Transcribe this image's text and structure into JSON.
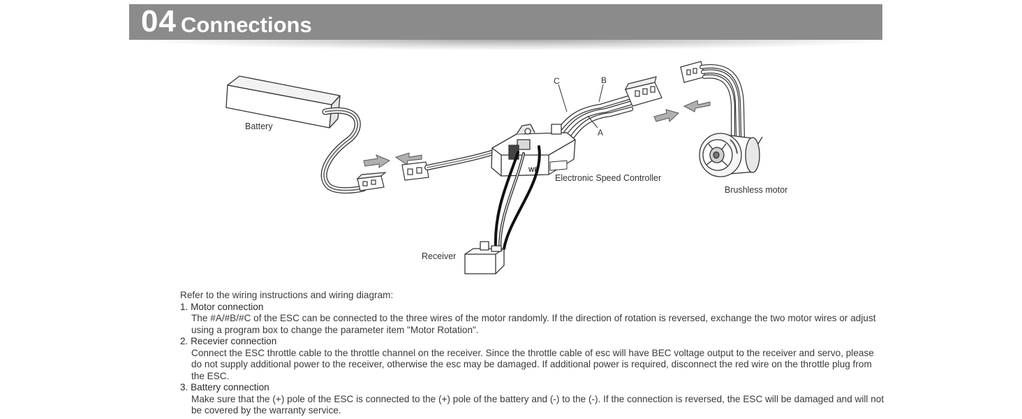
{
  "header": {
    "number": "04",
    "title": "Connections"
  },
  "diagram": {
    "labels": {
      "battery": "Battery",
      "esc": "Electronic Speed Controller",
      "motor": "Brushless motor",
      "receiver": "Receiver",
      "wire_a": "A",
      "wire_b": "B",
      "wire_c": "C"
    },
    "esc_print": "WP"
  },
  "instructions": {
    "intro": "Refer to the wiring instructions and wiring diagram:",
    "items": [
      {
        "heading": "1. Motor connection",
        "body": "The #A/#B/#C of the ESC can be connected to the three wires of the motor randomly. If the direction of rotation is reversed, exchange the two motor wires or adjust using a program box to change the parameter item \"Motor Rotation\"."
      },
      {
        "heading": "2. Recevier connection",
        "body": "Connect the ESC throttle cable to the throttle channel on the receiver. Since the throttle cable of esc will have BEC voltage output to the receiver and servo, please do not supply additional power to the receiver, otherwise the esc may be damaged. If additional power is required, disconnect the red wire on the throttle plug from the ESC."
      },
      {
        "heading": "3. Battery connection",
        "body": "Make sure that the (+) pole of the ESC is connected to the (+) pole of the battery and (-) to the (-). If the connection is reversed, the ESC will be damaged and will not be covered by the warranty service."
      }
    ]
  }
}
